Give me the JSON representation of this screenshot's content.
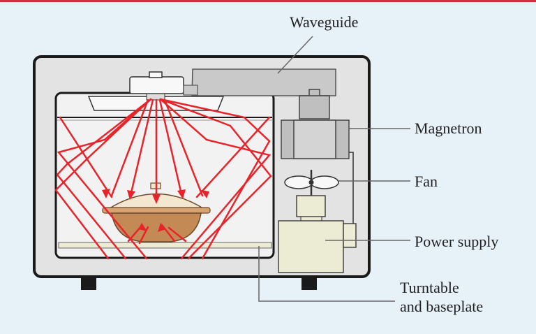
{
  "labels": {
    "waveguide": "Waveguide",
    "magnetron": "Magnetron",
    "fan": "Fan",
    "power_supply": "Power supply",
    "turntable_line1": "Turntable",
    "turntable_line2": "and baseplate"
  },
  "colors": {
    "background": "#e7f1f8",
    "accent_rule": "#d32f3a",
    "outline": "#1a1a1a",
    "oven_body": "#e3e3e3",
    "cavity": "#f2f2f2",
    "component_gray": "#bfbfbf",
    "power_supply_fill": "#ecebd4",
    "microwave_ray": "#e8242b",
    "dish": "#c48a56",
    "dish_lid": "#f3e7cf"
  },
  "icons": [
    "stirrer-fan-icon",
    "cooling-fan-icon",
    "dish-icon"
  ]
}
